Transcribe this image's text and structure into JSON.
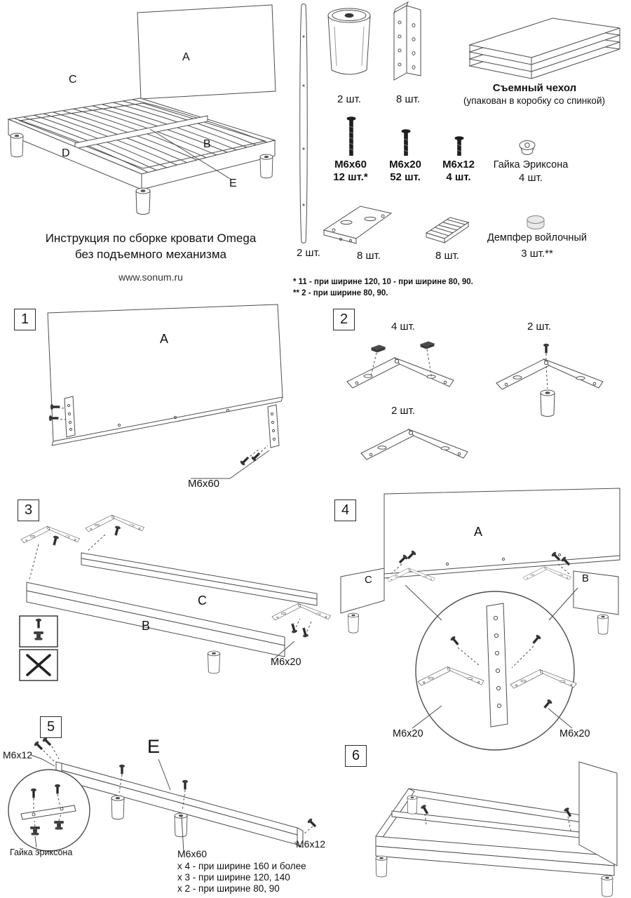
{
  "header": {
    "title_line1": "Инструкция по сборке кровати Omega",
    "title_line2": "без подъемного механизма",
    "website": "www.sonum.ru"
  },
  "overview_labels": {
    "a": "A",
    "b": "B",
    "c": "C",
    "d": "D",
    "e": "E"
  },
  "parts_list": {
    "slat_qty": "2 шт.",
    "leg_qty": "2 шт.",
    "corner_bracket_qty": "8 шт.",
    "cover_title": "Съемный чехол",
    "cover_note": "(упакован в коробку со спинкой)",
    "bolt_m6x60_name": "М6х60",
    "bolt_m6x60_qty": "12 шт.*",
    "bolt_m6x20_name": "М6х20",
    "bolt_m6x20_qty": "52 шт.",
    "bolt_m6x12_name": "М6х12",
    "bolt_m6x12_qty": "4 шт.",
    "erikson_nut_name": "Гайка Эриксона",
    "erikson_nut_qty": "4 шт.",
    "angle_bracket_qty": "8 шт.",
    "slat_holder_qty": "8 шт.",
    "damper_name": "Демпфер войлочный",
    "damper_qty": "3 шт.**",
    "footnote1": "* 11 - при ширине 120, 10 - при ширине 80, 90.",
    "footnote2": "** 2 - при ширине 80, 90."
  },
  "step1": {
    "number": "1",
    "panel_label": "A",
    "bolt_label": "М6х60"
  },
  "step2": {
    "number": "2",
    "qty_dampers": "4 шт.",
    "qty_leg_plates": "2 шт.",
    "qty_plain_plates": "2 шт."
  },
  "step3": {
    "number": "3",
    "rail_b": "B",
    "rail_c": "C",
    "bolt_label": "М6х20"
  },
  "step4": {
    "number": "4",
    "panel_label": "A",
    "rail_b": "B",
    "rail_c": "C",
    "bolt_label_left": "М6х20",
    "bolt_label_right": "М6х20"
  },
  "step5": {
    "number": "5",
    "beam_label": "E",
    "bolt_label_top": "М6х12",
    "bolt_label_right": "М6х12",
    "nut_label": "Гайка эриксона",
    "note_bolt": "М6х60",
    "note_line1": "х 4 - при ширине 160 и более",
    "note_line2": "х 3 - при ширине 120, 140",
    "note_line3": "х 2 - при ширине 80, 90"
  },
  "step6": {
    "number": "6"
  }
}
